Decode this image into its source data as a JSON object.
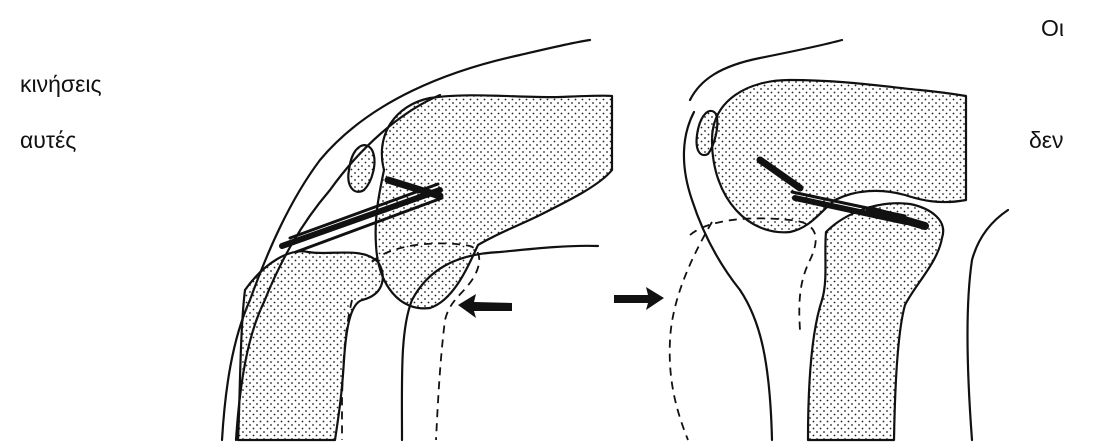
{
  "text_words": [
    "Οι",
    "κινήσεις",
    "αυτές",
    "δεν"
  ],
  "figure": {
    "left_panel": "knee-flexion-diagram",
    "right_panel": "knee-extension-diagram",
    "left_arrow_direction": "left",
    "right_arrow_direction": "right"
  },
  "colors": {
    "ink": "#111111",
    "paper": "#ffffff"
  }
}
